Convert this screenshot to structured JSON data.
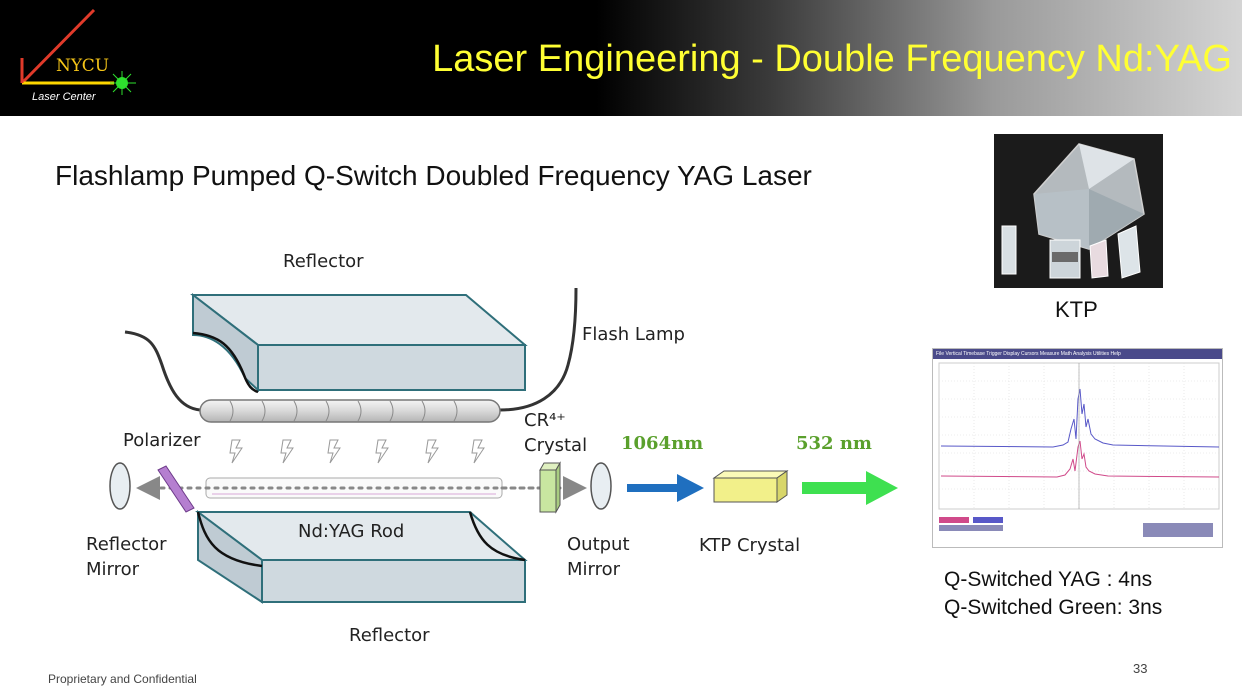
{
  "header": {
    "title": "Laser Engineering - Double Frequency Nd:YAG",
    "logo_text": "NYCU",
    "logo_subtext": "Laser Center"
  },
  "subtitle": "Flashlamp Pumped Q-Switch Doubled Frequency YAG Laser",
  "diagram": {
    "reflector_top": "Reflector",
    "reflector_bottom": "Reflector",
    "flash_lamp": "Flash Lamp",
    "polarizer": "Polarizer",
    "cr_crystal_line1": "CR⁴⁺",
    "cr_crystal_line2": "Crystal",
    "wavelength_1": "1064nm",
    "wavelength_2": "532 nm",
    "rod": "Nd:YAG Rod",
    "reflector_mirror_line1": "Reflector",
    "reflector_mirror_line2": "Mirror",
    "output_mirror_line1": "Output",
    "output_mirror_line2": "Mirror",
    "ktp_crystal": "KTP Crystal"
  },
  "ktp_photo_label": "KTP",
  "scope": {
    "menu": "File   Vertical   Timebase   Trigger   Display   Cursors   Measure   Math   Analysis   Utilities   Help"
  },
  "stats": {
    "yag": "Q-Switched YAG : 4ns",
    "green": "Q-Switched Green: 3ns"
  },
  "footer": "Proprietary and Confidential",
  "page_number": "33",
  "colors": {
    "header_title": "#ffff33",
    "reflector": "#d4dde3",
    "reflector_edge": "#2f6f7a",
    "arrow_1064": "#1f6fbf",
    "arrow_532": "#3ee050",
    "ktp": "#f2f08a",
    "cr_crystal": "#c8e6a0",
    "polarizer": "#b57fd0",
    "trace_blue": "#5858c8",
    "trace_pink": "#d04a8a"
  }
}
